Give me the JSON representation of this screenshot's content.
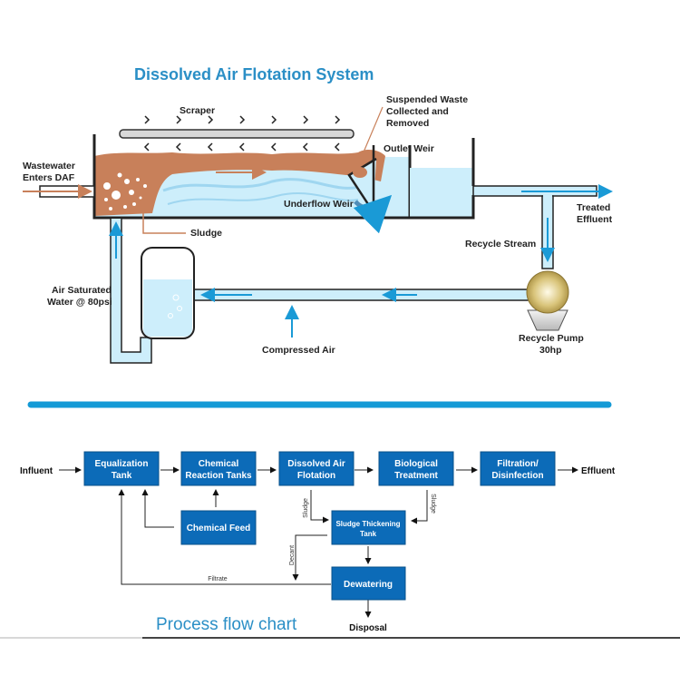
{
  "daf": {
    "title": "Dissolved Air Flotation System",
    "labels": {
      "scraper": "Scraper",
      "suspended_waste": [
        "Suspended Waste",
        "Collected and",
        "Removed"
      ],
      "outlet_weir": "Outlet Weir",
      "wastewater": [
        "Wastewater",
        "Enters DAF"
      ],
      "underflow_weir": "Underflow Weir",
      "treated_effluent": [
        "Treated",
        "Effluent"
      ],
      "sludge": "Sludge",
      "recycle_stream": "Recycle Stream",
      "air_saturated": [
        "Air Saturated",
        "Water @ 80psi"
      ],
      "compressed_air": "Compressed Air",
      "recycle_pump": [
        "Recycle Pump",
        "30hp"
      ]
    },
    "colors": {
      "water": "#cdeefb",
      "sludge": "#c8805a",
      "arrow_blue": "#1a9ad6",
      "title_blue": "#2b8fc6",
      "divider": "#149ad6"
    }
  },
  "flowchart": {
    "title": "Process flow chart",
    "influent": "Influent",
    "effluent": "Effluent",
    "disposal": "Disposal",
    "boxes": {
      "equalization": [
        "Equalization",
        "Tank"
      ],
      "chemical_reaction": [
        "Chemical",
        "Reaction Tanks"
      ],
      "daf": [
        "Dissolved Air",
        "Flotation"
      ],
      "biological": [
        "Biological",
        "Treatment"
      ],
      "filtration": [
        "Filtration/",
        "Disinfection"
      ],
      "chemical_feed": "Chemical Feed",
      "sludge_thickening": [
        "Sludge Thickening",
        "Tank"
      ],
      "dewatering": "Dewatering"
    },
    "edge_labels": {
      "sludge_left": "Sludge",
      "sludge_right": "Sludge",
      "decant": "Decant",
      "filtrate": "Filtrate"
    },
    "box_color": "#0c6bb8"
  }
}
